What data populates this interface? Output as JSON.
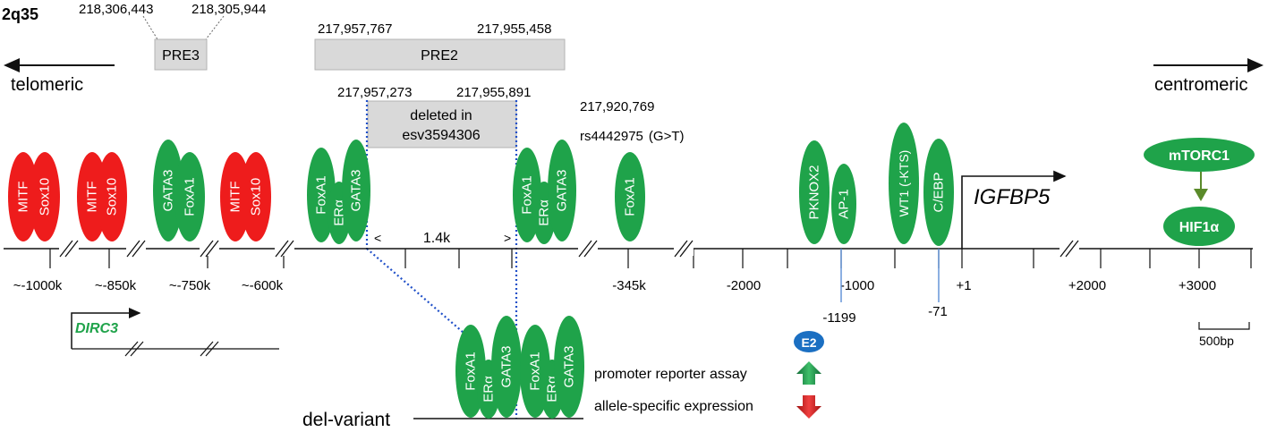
{
  "region_label": "2q35",
  "orientation": {
    "left": "telomeric",
    "right": "centromeric"
  },
  "pre3": {
    "label": "PRE3",
    "start": "218,306,443",
    "end": "218,305,944"
  },
  "pre2": {
    "label": "PRE2",
    "start": "217,957,767",
    "end": "217,955,458"
  },
  "deletion": {
    "start": "217,957,273",
    "end": "217,955,891",
    "line1": "deleted in",
    "line2": "esv3594306",
    "span_left": "<",
    "span_label": "1.4k",
    "span_right": ">"
  },
  "snp": {
    "position": "217,920,769",
    "id": "rs4442975",
    "allele": "(G>T)"
  },
  "gene": {
    "name": "IGFBP5"
  },
  "dirc3": {
    "name": "DIRC3"
  },
  "tfbs": [
    {
      "label": "MITF",
      "color": "red"
    },
    {
      "label": "Sox10",
      "color": "red"
    },
    {
      "label": "MITF",
      "color": "red"
    },
    {
      "label": "Sox10",
      "color": "red"
    },
    {
      "label": "GATA3",
      "color": "green"
    },
    {
      "label": "FoxA1",
      "color": "green"
    },
    {
      "label": "MITF",
      "color": "red"
    },
    {
      "label": "Sox10",
      "color": "red"
    },
    {
      "label": "FoxA1",
      "color": "green"
    },
    {
      "label": "ERα",
      "color": "green"
    },
    {
      "label": "GATA3",
      "color": "green"
    },
    {
      "label": "FoxA1",
      "color": "green"
    },
    {
      "label": "ERα",
      "color": "green"
    },
    {
      "label": "GATA3",
      "color": "green"
    },
    {
      "label": "FoxA1",
      "color": "green"
    },
    {
      "label": "PKNOX2",
      "color": "green"
    },
    {
      "label": "AP-1",
      "color": "green"
    },
    {
      "label": "WT1 (-KTS)",
      "color": "green"
    },
    {
      "label": "C/EBP",
      "color": "green"
    }
  ],
  "pathway": {
    "upstream": "mTORC1",
    "downstream": "HIF1α"
  },
  "axis_labels": [
    "~-1000k",
    "~-850k",
    "~-750k",
    "~-600k",
    "-345k",
    "-2000",
    "-1000",
    "+1",
    "+2000",
    "+3000"
  ],
  "site_positions": [
    "-1199",
    "-71"
  ],
  "scale_bar": "500bp",
  "del_variant": {
    "label": "del-variant",
    "tfbs": [
      "FoxA1",
      "ERα",
      "GATA3",
      "FoxA1",
      "ERα",
      "GATA3"
    ]
  },
  "hormone": "E2",
  "legend": {
    "promoter": "promoter reporter assay",
    "allele": "allele-specific expression"
  },
  "colors": {
    "red": "#ee1c1c",
    "green": "#1fa34a",
    "box": "#d9d9d9",
    "box_border": "#b3b3b3",
    "dotted": "#1f4fc8",
    "site_line": "#5b8fd6",
    "e2": "#1b6fc2",
    "up_arrow": "#1a8a4a",
    "down_arrow": "#d42020",
    "dirc3": "#1fa34a"
  }
}
